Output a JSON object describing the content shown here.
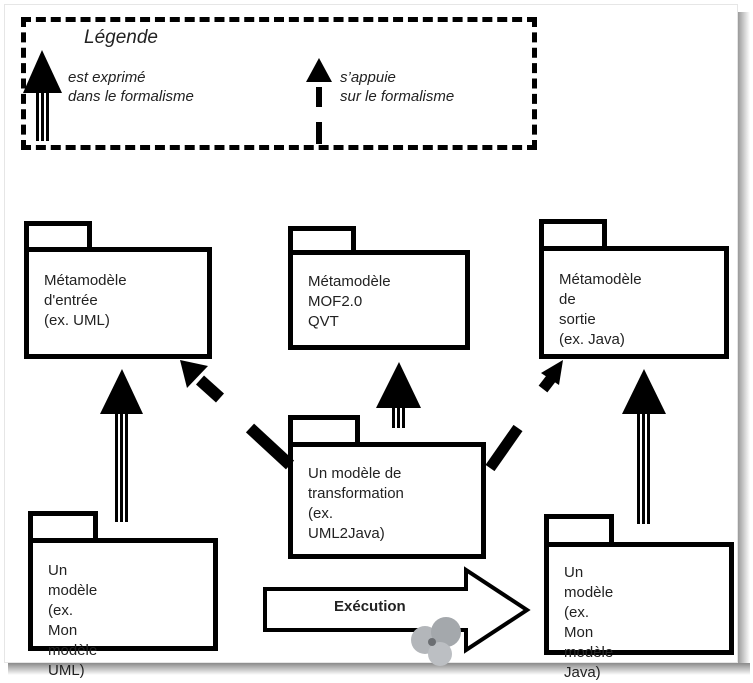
{
  "legend": {
    "title": "Légende",
    "items": [
      {
        "icon": "solid-double-shaft-arrow-icon",
        "line1": "est exprimé",
        "line2": "dans le formalisme"
      },
      {
        "icon": "dashed-arrow-icon",
        "line1": "s’appuie",
        "line2": "sur le formalisme"
      }
    ]
  },
  "packages": {
    "input_metamodel": {
      "line1": "Métamodèle",
      "line2": "d'entrée",
      "line3": "(ex. UML)"
    },
    "qvt_metamodel": {
      "line1": "Métamodèle",
      "line2": "MOF2.0 QVT"
    },
    "output_metamodel": {
      "line1": "Métamodèle de",
      "line2": "sortie",
      "line3": "(ex. Java)"
    },
    "transformation_model": {
      "line1": "Un modèle de",
      "line2": "transformation",
      "line3": "(ex. UML2Java)"
    },
    "input_model": {
      "line1": "Un modèle",
      "line2": "(ex. Mon modèle",
      "line3": "UML)"
    },
    "output_model": {
      "line1": "Un modèle",
      "line2": "(ex. Mon modèle",
      "line3": "Java)"
    }
  },
  "execution": {
    "label": "Exécution",
    "icon": "gears-icon"
  },
  "colors": {
    "stroke": "#000000",
    "background": "#ffffff",
    "gear": "#a8acb0"
  }
}
